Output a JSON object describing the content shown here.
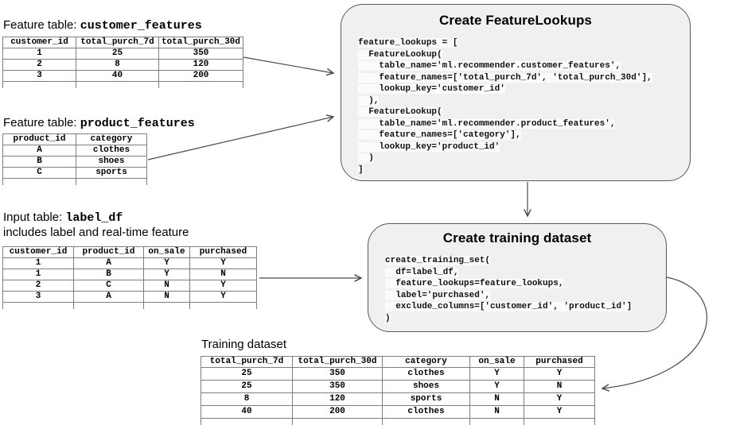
{
  "sections": {
    "customer": {
      "heading_prefix": "Feature table: ",
      "heading_name": "customer_features",
      "table": {
        "headers": [
          "customer_id",
          "total_purch_7d",
          "total_purch_30d"
        ],
        "rows": [
          [
            "1",
            "25",
            "350"
          ],
          [
            "2",
            "8",
            "120"
          ],
          [
            "3",
            "40",
            "200"
          ]
        ]
      }
    },
    "product": {
      "heading_prefix": "Feature table: ",
      "heading_name": "product_features",
      "table": {
        "headers": [
          "product_id",
          "category"
        ],
        "rows": [
          [
            "A",
            "clothes"
          ],
          [
            "B",
            "shoes"
          ],
          [
            "C",
            "sports"
          ]
        ]
      }
    },
    "label": {
      "heading_prefix": "Input table: ",
      "heading_name": "label_df",
      "subheading": "includes label and real-time feature",
      "table": {
        "headers": [
          "customer_id",
          "product_id",
          "on_sale",
          "purchased"
        ],
        "rows": [
          [
            "1",
            "A",
            "Y",
            "Y"
          ],
          [
            "1",
            "B",
            "Y",
            "N"
          ],
          [
            "2",
            "C",
            "N",
            "Y"
          ],
          [
            "3",
            "A",
            "N",
            "Y"
          ]
        ]
      }
    },
    "training": {
      "heading": "Training dataset",
      "table": {
        "headers": [
          "total_purch_7d",
          "total_purch_30d",
          "category",
          "on_sale",
          "purchased"
        ],
        "rows": [
          [
            "25",
            "350",
            "clothes",
            "Y",
            "Y"
          ],
          [
            "25",
            "350",
            "shoes",
            "Y",
            "N"
          ],
          [
            "8",
            "120",
            "sports",
            "N",
            "Y"
          ],
          [
            "40",
            "200",
            "clothes",
            "N",
            "Y"
          ]
        ]
      }
    }
  },
  "boxes": {
    "feature_lookups": {
      "title": "Create FeatureLookups",
      "code": [
        "feature_lookups = [",
        "  FeatureLookup(",
        "    table_name='ml.recommender.customer_features',",
        "    feature_names=['total_purch_7d', 'total_purch_30d'],",
        "    lookup_key='customer_id'",
        "  ),",
        "  FeatureLookup(",
        "    table_name='ml.recommender.product_features',",
        "    feature_names=['category'],",
        "    lookup_key='product_id'",
        "  )",
        "]"
      ]
    },
    "training": {
      "title": "Create training dataset",
      "code": [
        "create_training_set(",
        "  df=label_df,",
        "  feature_lookups=feature_lookups,",
        "  label='purchased',",
        "  exclude_columns=['customer_id', 'product_id']",
        ")"
      ]
    }
  },
  "colors": {
    "box_fill": "#f0f0f1",
    "box_border": "#58595b",
    "table_border": "#7f7f7f",
    "arrow": "#4a4a4a"
  }
}
